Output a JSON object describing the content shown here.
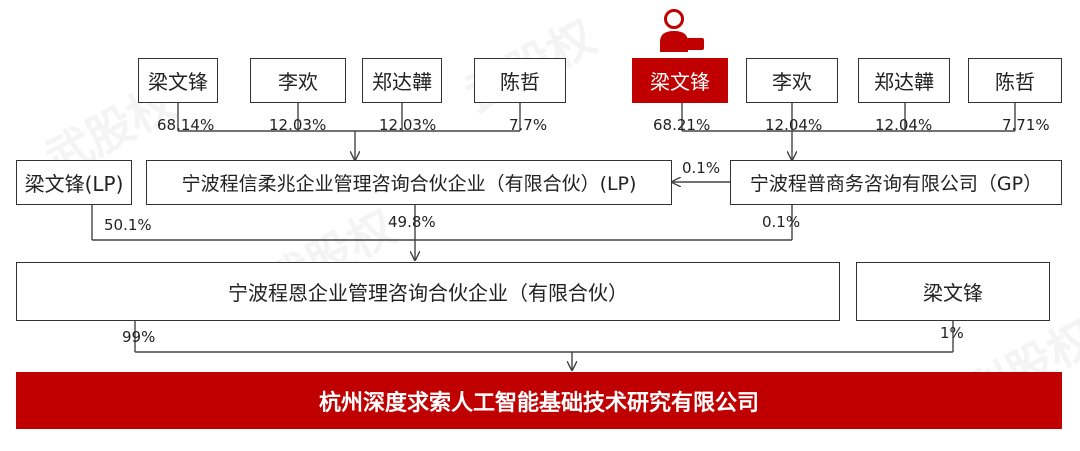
{
  "watermarks": [
    "武股权",
    "武股权",
    "武股权",
    "利股权"
  ],
  "top_left": {
    "shareholders": [
      "梁文锋",
      "李欢",
      "郑达韡",
      "陈哲"
    ],
    "percentages": [
      "68.14%",
      "12.03%",
      "12.03%",
      "7.7%"
    ]
  },
  "top_right": {
    "shareholders": [
      "梁文锋",
      "李欢",
      "郑达韡",
      "陈哲"
    ],
    "percentages": [
      "68.21%",
      "12.04%",
      "12.04%",
      "7.71%"
    ]
  },
  "middle": {
    "lp_person": "梁文锋(LP)",
    "lp_partnership": "宁波程信柔兆企业管理咨询合伙企业（有限合伙）(LP)",
    "gp_company": "宁波程普商务咨询有限公司（GP）",
    "gp_to_lp_pct": "0.1%"
  },
  "level3_pcts": {
    "lp_person": "50.1%",
    "lp_partnership": "49.8%",
    "gp": "0.1%"
  },
  "level3": {
    "partnership": "宁波程恩企业管理咨询合伙企业（有限合伙）",
    "person": "梁文锋"
  },
  "bottom_pcts": {
    "partnership": "99%",
    "person": "1%"
  },
  "company": "杭州深度求索人工智能基础技术研究有限公司",
  "colors": {
    "accent": "#c00000",
    "line": "#444444"
  }
}
